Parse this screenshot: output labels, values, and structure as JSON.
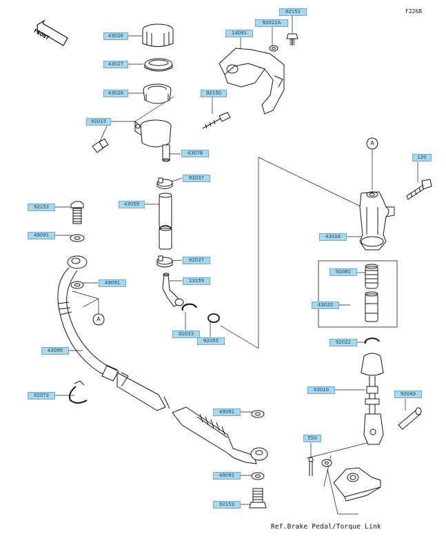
{
  "diagram_code": "F2268",
  "front_label": "FRONT",
  "callout_letter": "A",
  "reference_note": "Ref.Brake Pedal/Torque Link",
  "part_labels": [
    "43026",
    "43027",
    "43028",
    "92015",
    "92151",
    "92022A",
    "14091",
    "92150",
    "43078",
    "92037",
    "43059",
    "92037",
    "13159",
    "92033",
    "92055",
    "92153",
    "49091",
    "49091",
    "43095",
    "92072",
    "49091",
    "49091",
    "92153",
    "120",
    "43016",
    "92081",
    "43020",
    "92022",
    "43010",
    "92043",
    "550"
  ],
  "colors": {
    "label_bg": "#a9d7ee",
    "label_border": "#6fa9c8",
    "line": "#111111"
  }
}
